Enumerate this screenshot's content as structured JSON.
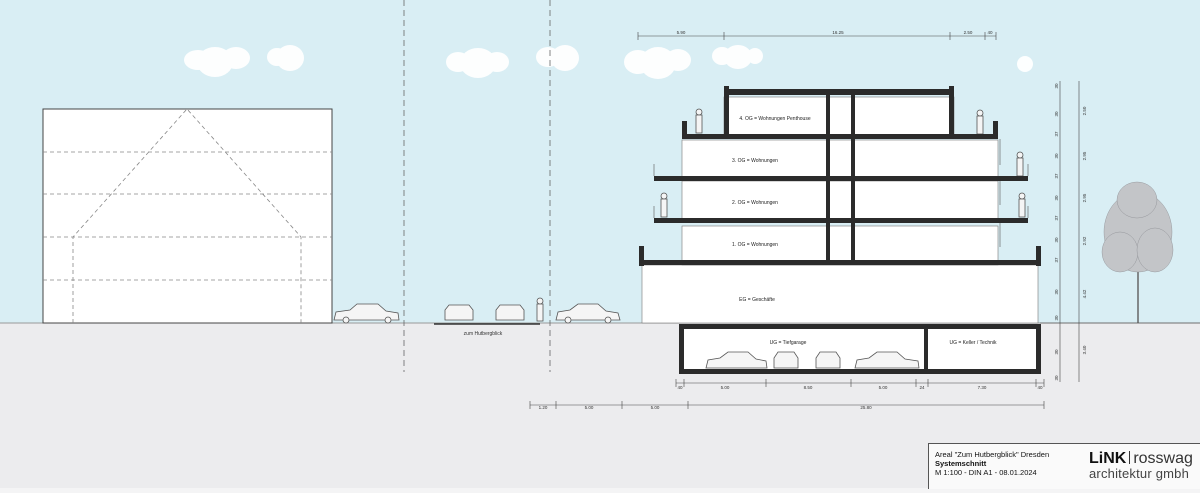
{
  "floors": {
    "og4": "4. OG = Wohnungen Penthouse",
    "og3": "3. OG = Wohnungen",
    "og2": "2. OG = Wohnungen",
    "og1": "1. OG = Wohnungen",
    "eg": "EG = Geschäfte",
    "ug_garage": "UG = Tiefgarage",
    "ug_keller": "UG = Keller / Technik"
  },
  "street_label": "zum Hutbergblick",
  "dims_top": [
    "5.90",
    "16.25",
    "2.50",
    "40"
  ],
  "dims_bottom_building": [
    "40",
    "5.00",
    "8.50",
    "5.00",
    "24",
    "7.30",
    "40"
  ],
  "dims_bottom_site": [
    "1.20",
    "5.00",
    "5.00",
    "25.80"
  ],
  "dims_right_inner": [
    "30",
    "30",
    "37",
    "30",
    "37",
    "30",
    "37",
    "30",
    "37",
    "30",
    "30",
    "30",
    "30"
  ],
  "dims_right_outer": [
    "2.50",
    "2.95",
    "2.95",
    "2.92",
    "4.42",
    "3.40"
  ],
  "title_block": {
    "line1": "Areal  \"Zum Hutbergblick\" Dresden",
    "line2": "Systemschnitt",
    "line3": "M 1:100 - DIN A1 - 08.01.2024"
  },
  "logo": {
    "brand": "LiNK",
    "partner": "rosswag",
    "subtitle": "architektur gmbh"
  },
  "colors": {
    "sky": "#d9eef4",
    "ground": "#ececee",
    "structure": "#2b2b2b"
  }
}
